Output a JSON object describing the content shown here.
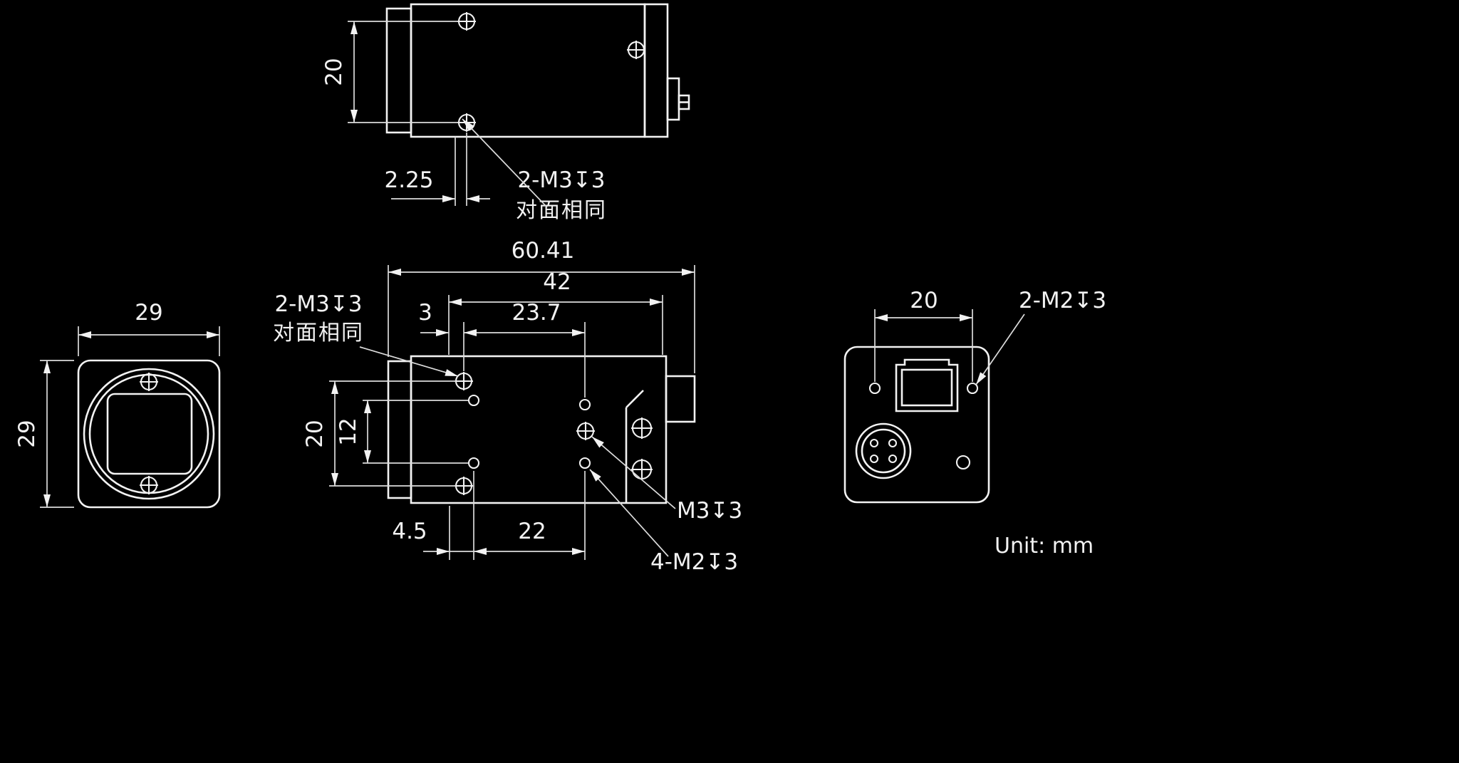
{
  "meta": {
    "background": "#000000",
    "line_color": "#f2f2f2",
    "unit_label": "Unit:  mm"
  },
  "top_view": {
    "dim_hole_spacing": "20",
    "dim_hole_offset": "2.25",
    "note_line1": "2-M3↧3",
    "note_line2": "对面相同"
  },
  "front_view": {
    "dim_width": "29",
    "dim_height": "29"
  },
  "side_view": {
    "dim_total_length": "60.41",
    "dim_body_length": "42",
    "dim_front_offset": "3",
    "dim_hole_span": "23.7",
    "dim_hole_spacing_v": "20",
    "dim_inner_spacing_v": "12",
    "dim_bottom_offset": "4.5",
    "dim_bottom_span": "22",
    "note_left_line1": "2-M3↧3",
    "note_left_line2": "对面相同",
    "note_m3": "M3↧3",
    "note_m2": "4-M2↧3"
  },
  "rear_view": {
    "dim_hole_spacing": "20",
    "note_m2": "2-M2↧3"
  }
}
